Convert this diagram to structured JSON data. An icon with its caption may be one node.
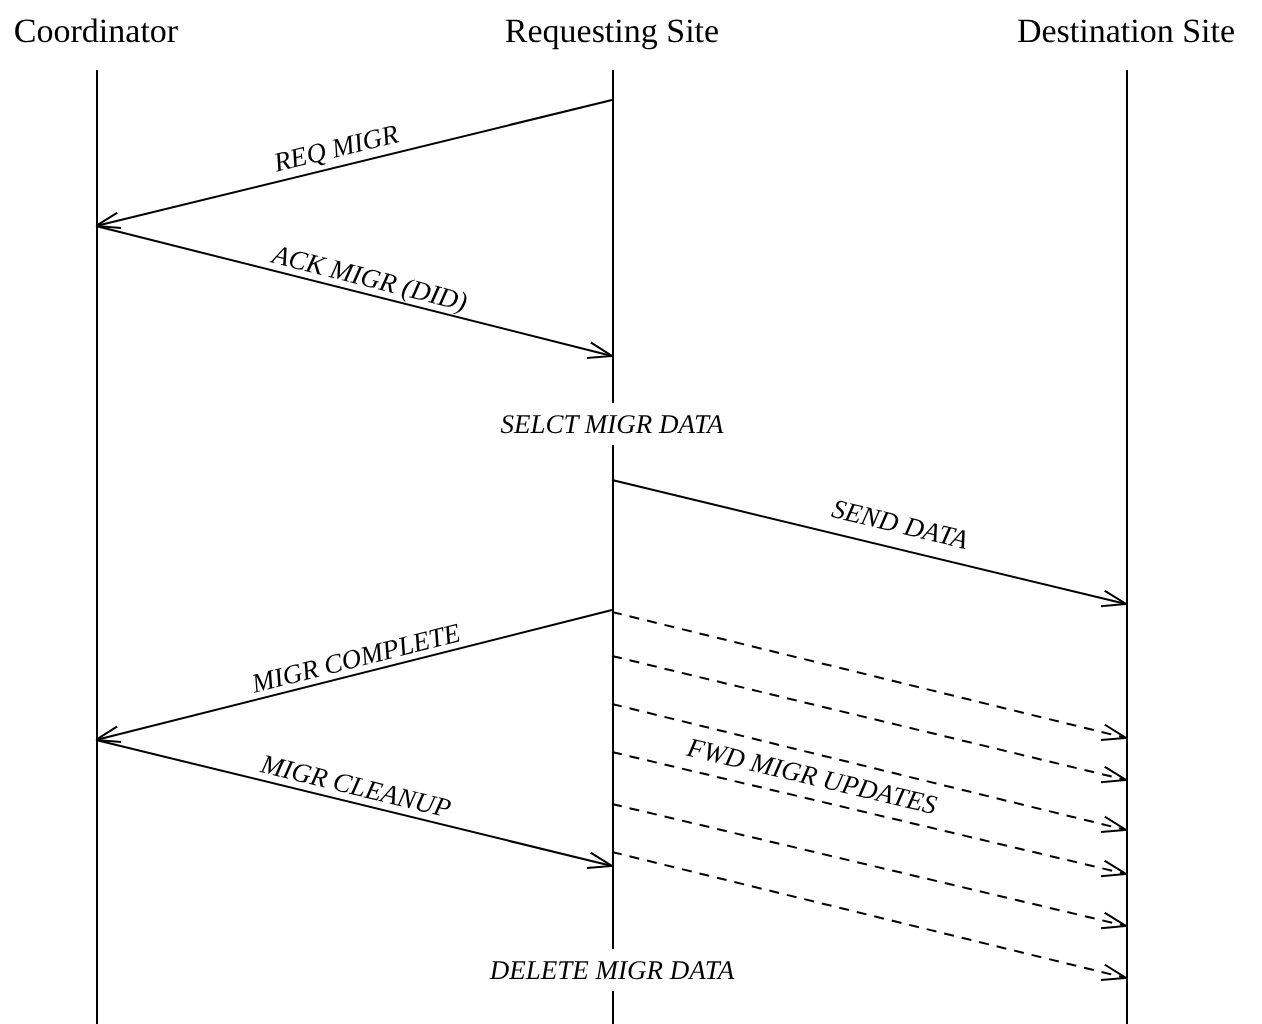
{
  "diagram": {
    "nodes": [
      {
        "text": [
          "Coordinator"
        ]
      },
      {
        "text": [
          "Requesting Site"
        ]
      },
      {
        "text": [
          "Destination Site"
        ]
      }
    ],
    "edges": [
      {
        "from": 1,
        "to": 0,
        "arrow": "to",
        "label": "REQ MIGR"
      },
      {
        "from": 0,
        "to": 1,
        "arrow": "to",
        "label": "ACK MIGR (DID)"
      },
      {
        "from": 1,
        "to": 2,
        "arrow": "to",
        "label": "SEND DATA"
      },
      {
        "from": 1,
        "to": 0,
        "arrow": "to",
        "label": "MIGR COMPLETE"
      },
      {
        "from": 0,
        "to": 1,
        "arrow": "to",
        "label": "MIGR CLEANUP"
      },
      {
        "from": 1,
        "to": 2,
        "arrow": "to",
        "style": "dashed"
      },
      {
        "from": 1,
        "to": 2,
        "arrow": "to",
        "style": "dashed"
      },
      {
        "from": 1,
        "to": 2,
        "arrow": "to",
        "style": "dashed"
      },
      {
        "from": 1,
        "to": 2,
        "arrow": "to",
        "style": "dashed",
        "label": "FWD MIGR UPDATES"
      },
      {
        "from": 1,
        "to": 2,
        "arrow": "to",
        "style": "dashed"
      },
      {
        "from": 1,
        "to": 2,
        "arrow": "to",
        "style": "dashed"
      }
    ],
    "labels": [
      "SELCT MIGR DATA",
      "DELETE MIGR DATA"
    ]
  }
}
